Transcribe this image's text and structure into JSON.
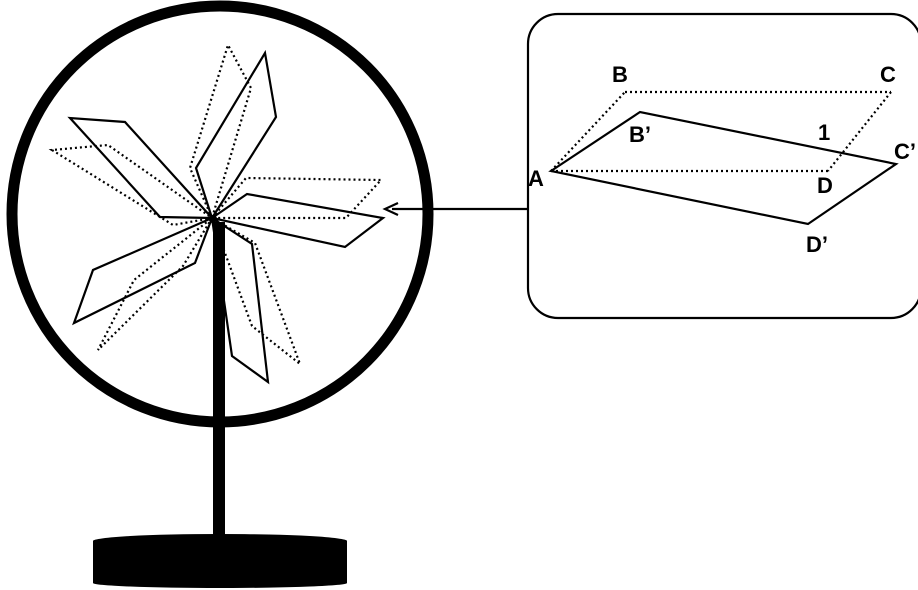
{
  "diagram": {
    "labels": {
      "A": "A",
      "B": "B",
      "C": "C",
      "D": "D",
      "B_prime": "B’",
      "C_prime": "C’",
      "D_prime": "D’",
      "one": "1"
    },
    "colors": {
      "stroke": "#000000",
      "background": "#ffffff"
    }
  }
}
